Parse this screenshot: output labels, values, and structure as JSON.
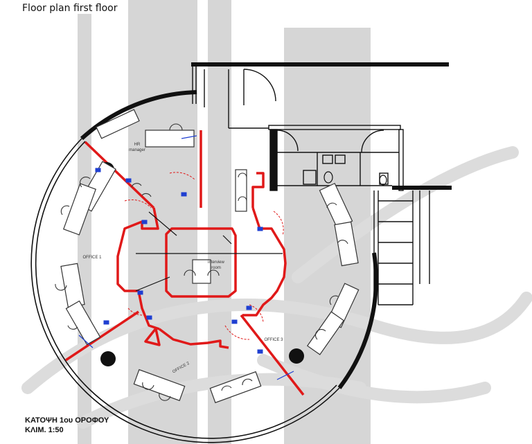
{
  "page": {
    "title": "Floor plan first floor"
  },
  "plan": {
    "room_labels": [
      {
        "key": "hr",
        "line1": "HR",
        "line2": "manager"
      },
      {
        "key": "office1",
        "line1": "OFFICE 1",
        "line2": ""
      },
      {
        "key": "office2",
        "line1": "OFFICE 2",
        "line2": ""
      },
      {
        "key": "office3",
        "line1": "OFFICE 3",
        "line2": ""
      },
      {
        "key": "interview",
        "line1": "interview",
        "line2": "room"
      }
    ],
    "colors": {
      "wall": "#111111",
      "partition": "#e01919",
      "furniture": "#333333",
      "watermark": "#d3d3d3",
      "marker": "#1f3fd1"
    },
    "icons": [
      "column-icon",
      "door-swing-icon",
      "desk-icon",
      "chair-icon",
      "wc-icon",
      "sink-icon"
    ]
  },
  "caption": {
    "line1": "ΚΑΤΟΨΗ 1ου ΟΡΟΦΟΥ",
    "line2": "ΚΛΙΜ. 1:50"
  }
}
